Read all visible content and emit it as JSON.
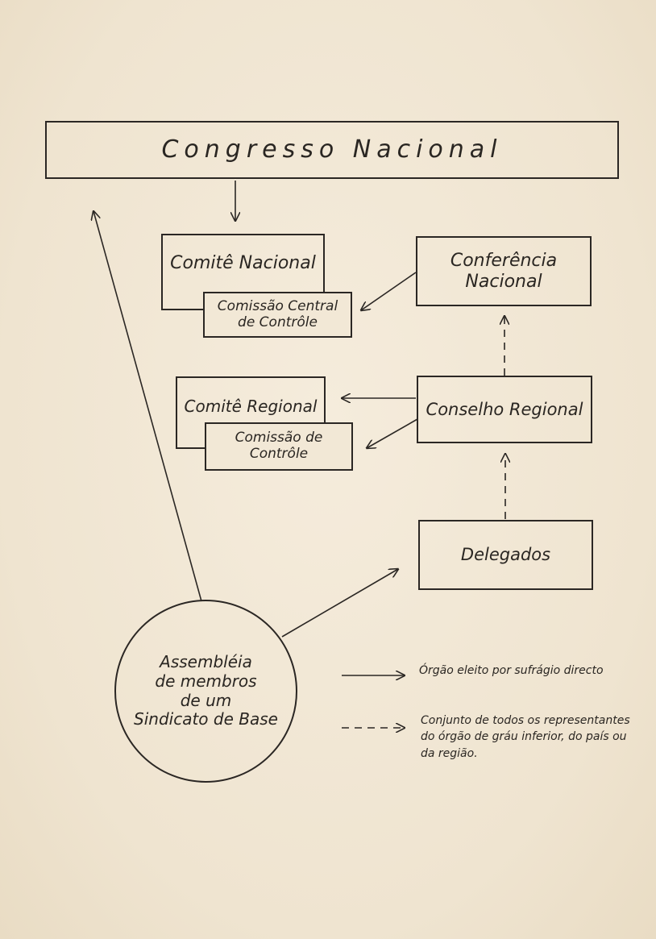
{
  "congress": {
    "label": "Congresso Nacional"
  },
  "national_committee": {
    "label": "Comitê Nacional"
  },
  "central_control_commission": {
    "line1": "Comissão Central",
    "line2": "de Contrôle"
  },
  "national_conference": {
    "line1": "Conferência",
    "line2": "Nacional"
  },
  "regional_committee": {
    "label": "Comitê Regional"
  },
  "control_commission": {
    "label": "Comissão de Contrôle"
  },
  "regional_council": {
    "label": "Conselho Regional"
  },
  "delegates": {
    "label": "Delegados"
  },
  "assembly": {
    "line1": "Assembléia",
    "line2": "de membros",
    "line3": "de um",
    "line4": "Sindicato de Base"
  },
  "legend": {
    "solid": "Órgão eleito por sufrágio directo",
    "dashed": "Conjunto de todos os representantes do órgão de gráu inferior, do país ou da região."
  },
  "colors": {
    "ink": "#2b2724",
    "paper": "#f1e7d5"
  }
}
